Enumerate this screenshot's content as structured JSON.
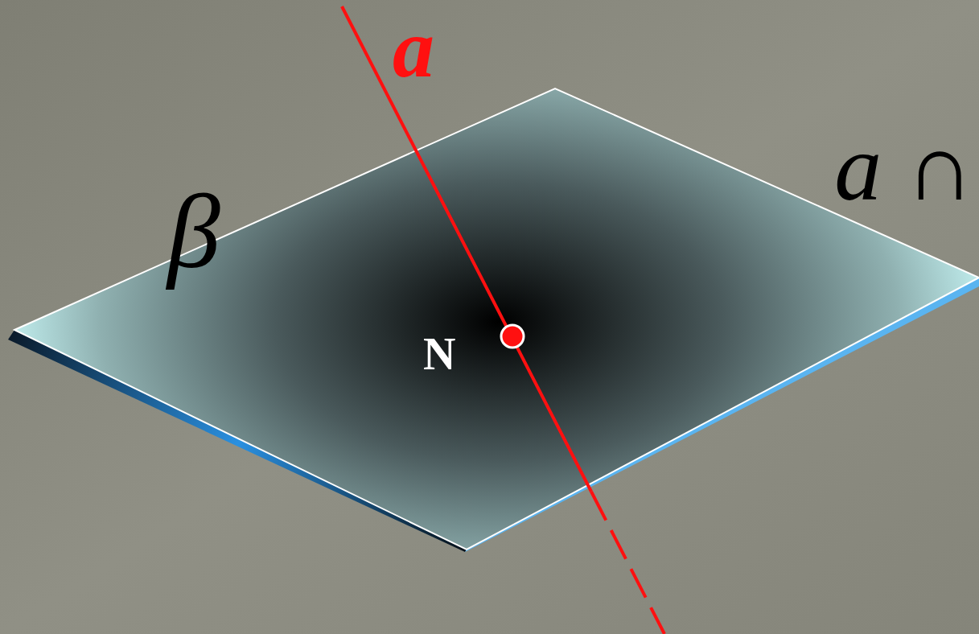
{
  "diagram": {
    "labels": [
      "a",
      "β",
      "N",
      "a ∩"
    ]
  }
}
